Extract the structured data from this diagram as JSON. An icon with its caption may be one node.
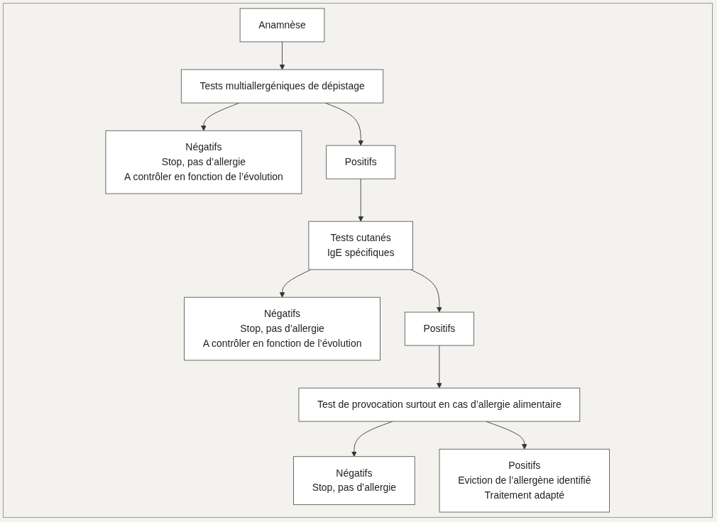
{
  "diagram": {
    "nodes": [
      {
        "text": [
          "Anamnèse"
        ]
      },
      {
        "text": [
          "Tests multiallergéniques de dépistage"
        ]
      },
      {
        "text": [
          "Négatifs",
          "Stop, pas d’allergie",
          "A contrôler en fonction de l’évolution"
        ]
      },
      {
        "text": [
          "Positifs"
        ]
      },
      {
        "text": [
          "Tests cutanés",
          "IgE spécifiques"
        ]
      },
      {
        "text": [
          "Négatifs",
          "Stop, pas d’allergie",
          "A contrôler en fonction de l’évolution"
        ]
      },
      {
        "text": [
          "Positifs"
        ]
      },
      {
        "text": [
          "Test de provocation surtout en cas d’allergie alimentaire"
        ]
      },
      {
        "text": [
          "Négatifs",
          "Stop, pas d’allergie"
        ]
      },
      {
        "text": [
          "Positifs",
          "Eviction de l’allergène identifié",
          "Traitement adapté"
        ]
      }
    ],
    "edges": [
      {
        "from": 0,
        "to": 1,
        "arrow": "to"
      },
      {
        "from": 1,
        "to": 2,
        "arrow": "to"
      },
      {
        "from": 1,
        "to": 3,
        "arrow": "to"
      },
      {
        "from": 3,
        "to": 4,
        "arrow": "to"
      },
      {
        "from": 4,
        "to": 5,
        "arrow": "to"
      },
      {
        "from": 4,
        "to": 6,
        "arrow": "to"
      },
      {
        "from": 6,
        "to": 7,
        "arrow": "to"
      },
      {
        "from": 7,
        "to": 8,
        "arrow": "to"
      },
      {
        "from": 7,
        "to": 9,
        "arrow": "to"
      }
    ]
  }
}
